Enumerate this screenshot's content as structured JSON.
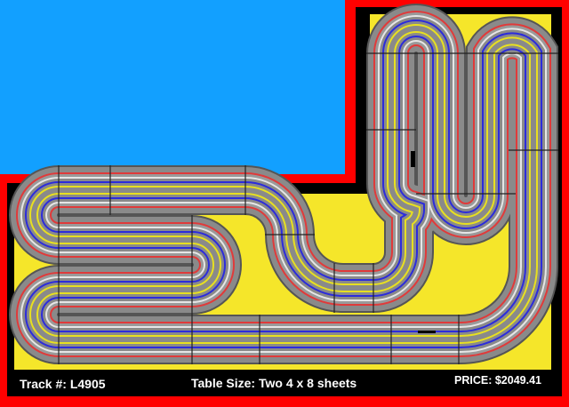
{
  "footer": {
    "track_number_label": "Track #:",
    "track_number": "L4905",
    "table_size_label": "Table Size:",
    "table_size": "Two 4 x 8 sheets",
    "price_label": "PRICE:",
    "price": "$2049.41",
    "track_text": "Track #: L4905",
    "table_text": "Table Size: Two 4 x 8 sheets",
    "price_text": "PRICE:  $2049.41"
  },
  "colors": {
    "background_red": "#ff0000",
    "unused_area_blue": "#12a0ff",
    "frame_black": "#000000",
    "table_yellow": "#f5e62a",
    "track_grey": "#8a8a8a",
    "lane_red": "#e03a3a",
    "lane_white": "#e0e0e0",
    "lane_blue": "#2b2bdc",
    "lane_yellow": "#e8e020"
  },
  "layout": {
    "type": "L-shaped slot car track layout",
    "lanes": 4
  }
}
